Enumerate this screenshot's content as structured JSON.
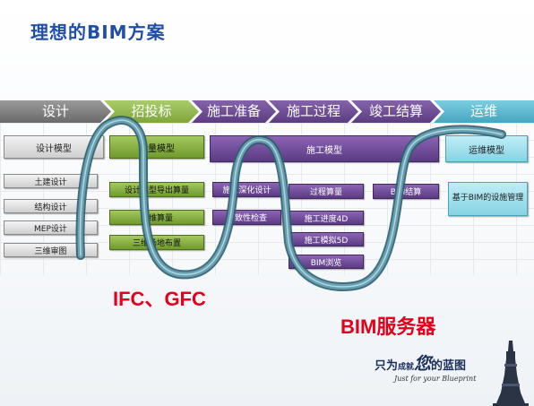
{
  "title": "理想的BIM方案",
  "phases": [
    "设计",
    "招投标",
    "施工准备",
    "施工过程",
    "竣工结算",
    "运维"
  ],
  "colors": {
    "phase_design": "#7b7b7b",
    "phase_bidding": "#93b84f",
    "phase_prep": "#6b4a8e",
    "phase_process": "#6b4a8e",
    "phase_settlement": "#6b4a8e",
    "phase_ops": "#5bb8cf",
    "pipe": "#4b8a9c",
    "red_label": "#e3001b",
    "title": "#1f4fa8"
  },
  "design": {
    "header": "设计模型",
    "items": [
      "土建设计",
      "结构设计",
      "MEP设计",
      "三维审图"
    ]
  },
  "bidding": {
    "header": "算量模型",
    "items": [
      "设计模型导出算量",
      "三维算量",
      "三维场地布置"
    ]
  },
  "construction": {
    "header": "施工模型",
    "items": [
      "施工深化设计",
      "一致性检查",
      "过程算量",
      "施工进度4D",
      "施工模拟5D",
      "BIM浏览",
      "BIM结算"
    ]
  },
  "ops": {
    "header": "运维模型",
    "item": "基于BIM的设施管理"
  },
  "labels": {
    "ifc": "IFC、GFC",
    "server": "BIM服务器"
  },
  "brand": {
    "line1_a": "只为",
    "line1_b": "成就",
    "line1_c": "您",
    "line1_d": "的蓝图",
    "line2": "Just for your Blueprint"
  }
}
